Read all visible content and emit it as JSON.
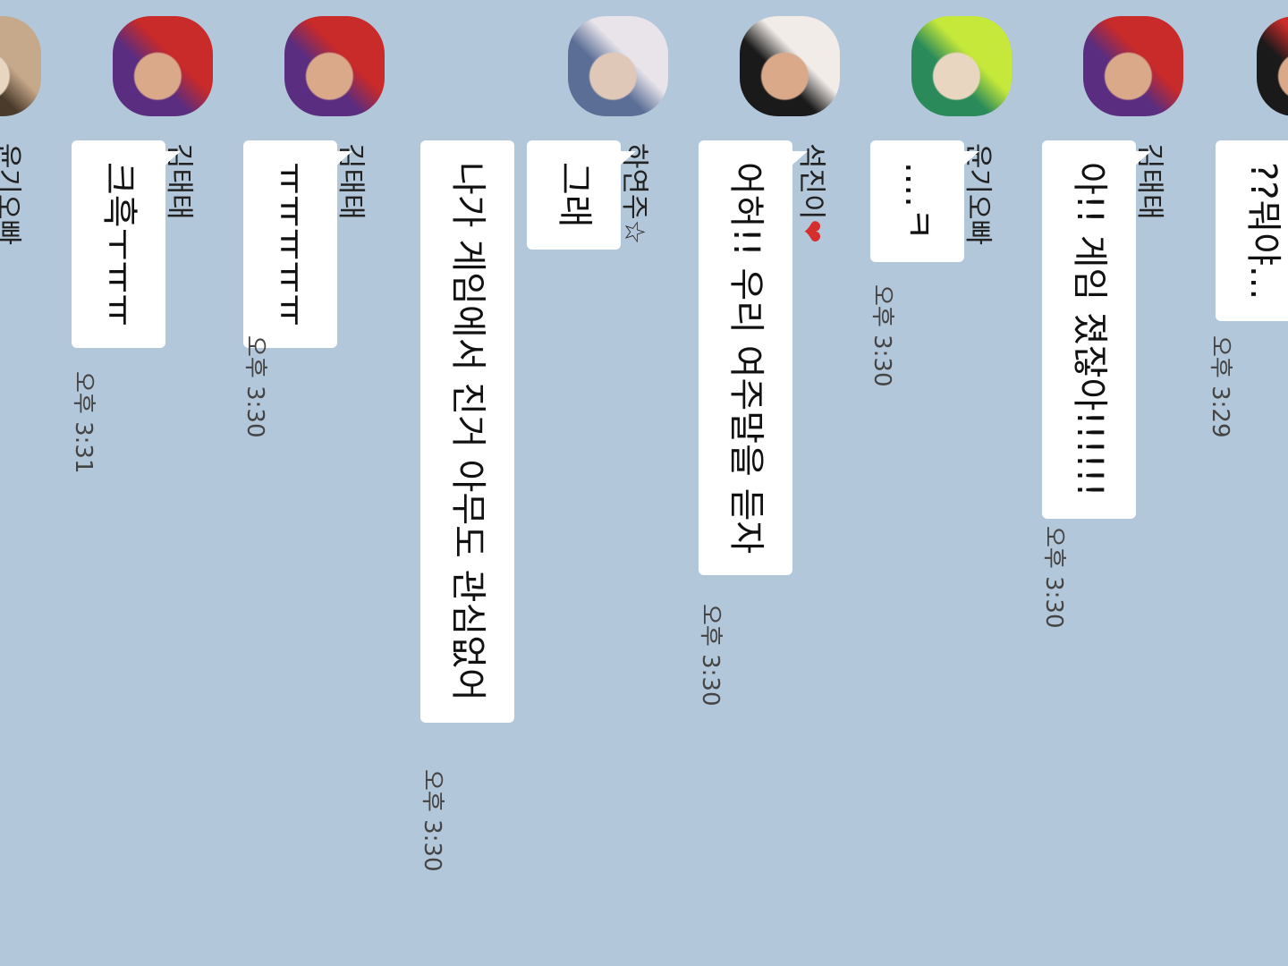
{
  "messages": [
    {
      "sender": "",
      "text": "??뭐야...",
      "time": "오후 3:29",
      "avatar_colors": [
        "#c92a2a",
        "#d9a98a",
        "#1a1a1a"
      ]
    },
    {
      "sender": "김태태",
      "text": "아!! 게임 졌잖아!!!!!!",
      "time": "오후 3:30",
      "avatar_colors": [
        "#c92a2a",
        "#d9a98a",
        "#5a2d80"
      ]
    },
    {
      "sender": "윤기오빠",
      "text": "....ㅋ",
      "time": "오후 3:30",
      "avatar_colors": [
        "#c6e83a",
        "#e8d6c0",
        "#2a8a5a"
      ]
    },
    {
      "sender": "석진이",
      "sender_suffix": "❤",
      "text": "어허!! 우리 여주말을 듣자",
      "time": "오후 3:30",
      "avatar_colors": [
        "#f2ece8",
        "#d9a98a",
        "#1a1a1a"
      ]
    },
    {
      "sender": "하연주☆",
      "text": "그래",
      "text2": "나가 게임에서 진거 아무도 관심없어",
      "time": "오후 3:30",
      "avatar_colors": [
        "#e8e4ea",
        "#e0c8b8",
        "#5b6f96"
      ]
    },
    {
      "sender": "김태태",
      "text": "ㅠㅠㅠㅠㅠ",
      "time": "오후 3:30",
      "avatar_colors": [
        "#c92a2a",
        "#d9a98a",
        "#5a2d80"
      ]
    },
    {
      "sender": "김태태",
      "text": "크흑ㅜㅠㅠ",
      "time": "오후 3:31",
      "avatar_colors": [
        "#c92a2a",
        "#d9a98a",
        "#5a2d80"
      ]
    },
    {
      "sender": "윤기오빠",
      "avatar_colors": [
        "#c6a88a",
        "#e8d6c0",
        "#4a3a2a"
      ]
    }
  ]
}
